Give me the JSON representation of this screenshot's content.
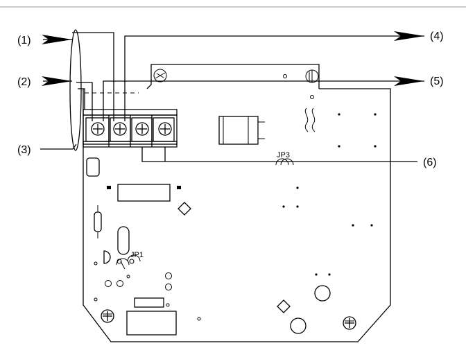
{
  "callouts": {
    "c1": "(1)",
    "c2": "(2)",
    "c3": "(3)",
    "c4": "(4)",
    "c5": "(5)",
    "c6": "(6)"
  },
  "board": {
    "jp1": "JP1",
    "jp3": "JP3"
  },
  "colors": {
    "line": "#000000",
    "background": "#ffffff",
    "top_rule": "#999999"
  }
}
